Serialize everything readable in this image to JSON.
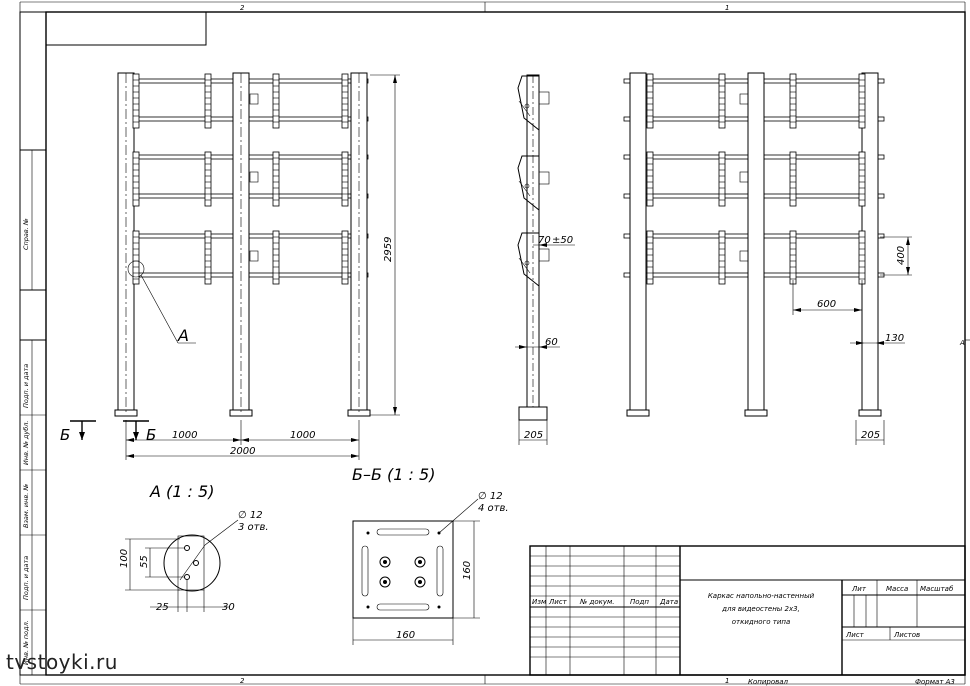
{
  "frame": {
    "zone_top_left": "2",
    "zone_top_right": "1",
    "zone_bottom_left": "2",
    "zone_bottom_right": "1",
    "zone_right": "A"
  },
  "side_stamps": [
    "Справ. №",
    "Подп. и дата",
    "Инв. № дубл.",
    "Взам. инв. №",
    "Подп. и дата",
    "Инв. № подл."
  ],
  "front_view": {
    "dim_height": "2959",
    "dim_span_left": "1000",
    "dim_span_right": "1000",
    "dim_total": "2000",
    "callout": "А",
    "section_mark_left": "Б",
    "section_mark_right": "Б"
  },
  "side_view": {
    "dim_offset": "70",
    "dim_tol": "±50",
    "dim_depth": "60",
    "dim_base": "205"
  },
  "rear_view": {
    "dim_vertical": "400",
    "dim_horizontal": "600",
    "dim_offset": "130",
    "dim_base": "205"
  },
  "detail_a": {
    "title": "А (1 : 5)",
    "holes": "∅ 12",
    "holes_count": "3 отв.",
    "dim_100": "100",
    "dim_55": "55",
    "dim_25": "25",
    "dim_30": "30"
  },
  "section_bb": {
    "title": "Б–Б (1 : 5)",
    "holes": "∅ 12",
    "holes_count": "4 отв.",
    "dim_160_v": "160",
    "dim_160_h": "160"
  },
  "title_block": {
    "col_izm": "Изм",
    "col_list": "Лист",
    "col_doc": "№ докум.",
    "col_podp": "Подп",
    "col_data": "Дата",
    "name_line1": "Каркас напольно-настенный",
    "name_line2": "для видеостены 2х3,",
    "name_line3": "откидного типа",
    "lit": "Лит",
    "massa": "Масса",
    "masshtab": "Масштаб",
    "list": "Лист",
    "listov": "Листов",
    "kopiroval": "Копировал",
    "format": "Формат  А3"
  },
  "watermark": "tvstoyki.ru"
}
